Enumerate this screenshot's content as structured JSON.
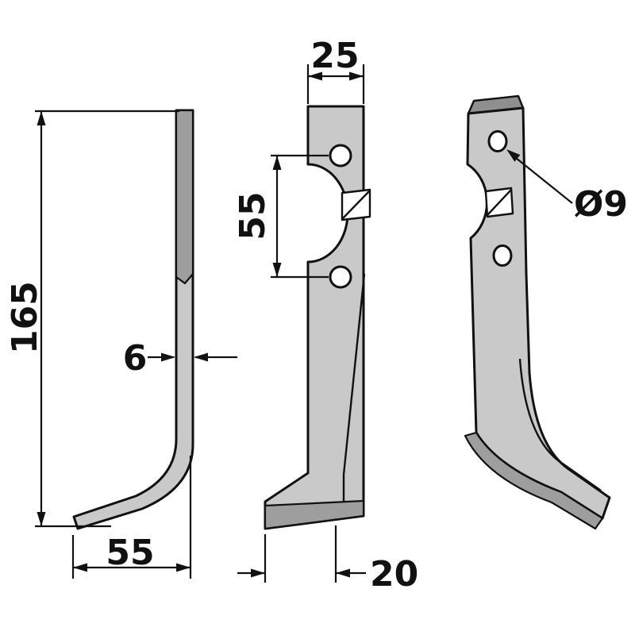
{
  "drawing": {
    "subject": "Rotary tiller blade - three-view technical drawing",
    "views": [
      "side-view",
      "front-view",
      "perspective-view"
    ],
    "dimensions": {
      "overall_height": "165",
      "foot_length": "55",
      "blade_thickness": "6",
      "top_width": "25",
      "hole_spacing": "55",
      "foot_offset": "20",
      "hole_diameter": "Ø9"
    },
    "colors": {
      "background": "#ffffff",
      "outline": "#111111",
      "blade_fill": "#c9c9c9",
      "shading": "#9e9e9e",
      "dark_face": "#8f8f8f",
      "hole_fill": "#ffffff"
    }
  }
}
